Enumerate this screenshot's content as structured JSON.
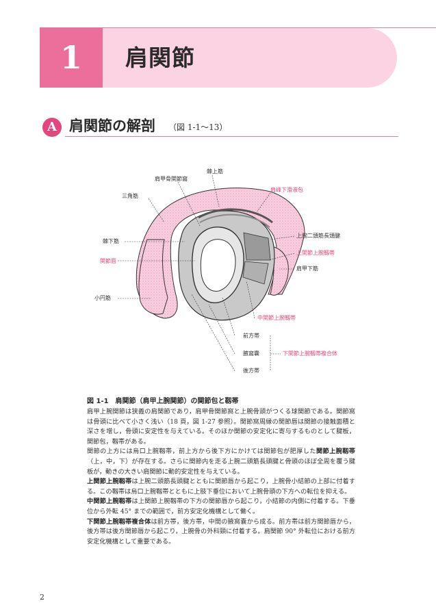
{
  "chapter": {
    "number": "1",
    "title": "肩関節"
  },
  "section": {
    "letter": "A",
    "title": "肩関節の解剖",
    "ref": "（図 1-1～13）"
  },
  "figure": {
    "labels": {
      "kyojo": "棘上筋",
      "kenkokotsu": "肩甲骨関節窩",
      "kenpo": "肩峰下滑液包",
      "sankaku": "三角筋",
      "nitou": "上腕二頭筋長頭腱",
      "jokansetsu": "上関節上腕靱帯",
      "kyoka": "棘下筋",
      "kansetsushin": "関節唇",
      "kenkoka": "肩甲下筋",
      "shoen": "小円筋",
      "chukansetsu": "中関節上腕靱帯",
      "zenpotai": "前方帯",
      "ekikano": "腋窩嚢",
      "kakansetsu": "下関節上腕靱帯複合体",
      "kohotai": "後方帯"
    },
    "caption": "図 1-1　肩関節（肩甲上腕関節）の関節包と靱帯"
  },
  "body": {
    "p1": "肩甲上腕関節は狭義の肩関節であり，肩甲骨関節窩と上腕骨頭がつくる球関節である。関節窩は骨頭に比べて小さく浅い（18 頁，図 1-27 参照）。関節窩周縁の関節唇は関節の接触面積と深さを増し，骨頭に安定性を与えている。そのほか関節の安定化に寄与するものとして腱板，関節包，靱帯がある。",
    "p2_a": "関節の上方には烏口上腕靱帯，前上方から後下方にかけては関節包が肥厚した",
    "p2_b": "関節上腕靱帯",
    "p2_c": "（上，中，下）が存在する。さらに関節内を走る上腕二頭筋長頭腱と骨頭のほぼ全周を覆う腱板が，動きの大きい肩関節に動的安定性を与えている。",
    "p3_a": "上関節上腕靱帯",
    "p3_b": "は上腕二頭筋長頭腱とともに関節唇から起こり，上腕骨小結節の上部に付着する。この靱帯は烏口上腕靱帯とともに上肢下垂位において上腕骨頭の下方への転位を抑える。",
    "p4_a": "中関節上腕靱帯",
    "p4_b": "は上関節上腕靱帯の下方の関節唇から起こり，小結節の内側に付着する。下垂位から外転 45° までの範囲で，前方安定化機構として働く。",
    "p5_a": "下関節上腕靱帯複合体",
    "p5_b": "は前方帯，後方帯，中間の腋窩嚢から成る。前方帯は前方関節唇から，後方帯は後方関節唇から起こり，上腕骨の外科頸に付着する。肩関節 90° 外転位における前方安定化機構として重要である。"
  },
  "page_number": "2",
  "colors": {
    "accent": "#e5457f",
    "banner_light": "#fbd3e2",
    "banner_dark": "#ec6f9b"
  }
}
